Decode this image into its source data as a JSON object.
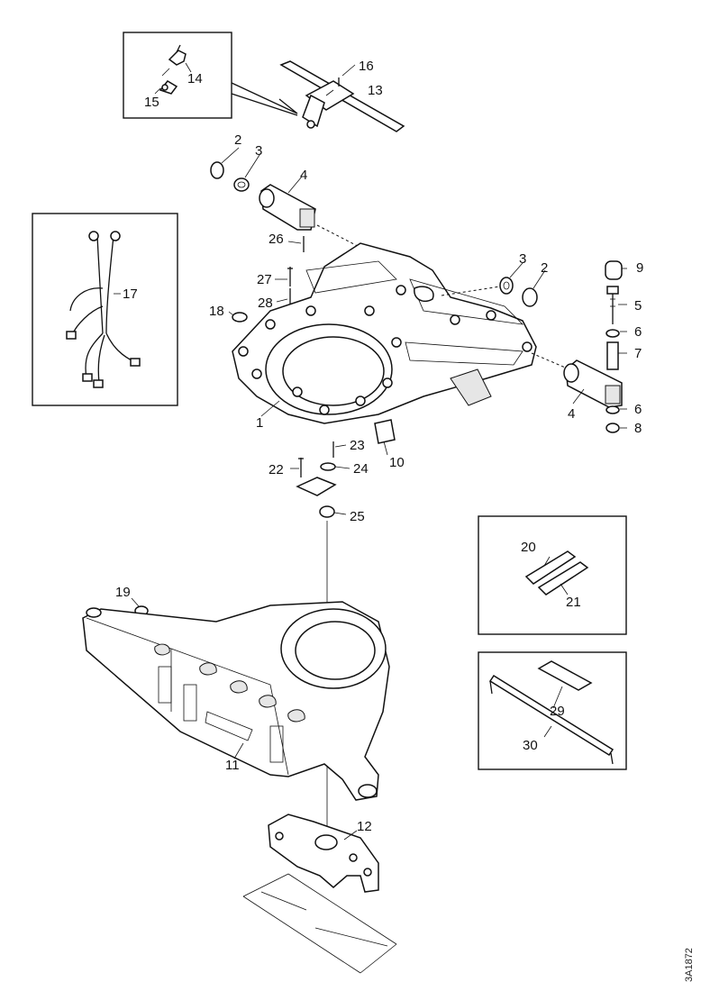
{
  "labels": {
    "p1": "1",
    "p2a": "2",
    "p2b": "2",
    "p3a": "3",
    "p3b": "3",
    "p4a": "4",
    "p4b": "4",
    "p5": "5",
    "p6a": "6",
    "p6b": "6",
    "p7": "7",
    "p8": "8",
    "p9": "9",
    "p10": "10",
    "p11": "11",
    "p12": "12",
    "p13": "13",
    "p14": "14",
    "p15": "15",
    "p16": "16",
    "p17": "17",
    "p18": "18",
    "p19": "19",
    "p20": "20",
    "p21": "21",
    "p22": "22",
    "p23": "23",
    "p24": "24",
    "p25": "25",
    "p26": "26",
    "p27": "27",
    "p28": "28",
    "p29": "29",
    "p30": "30"
  },
  "drawing_ref": "3A1872"
}
